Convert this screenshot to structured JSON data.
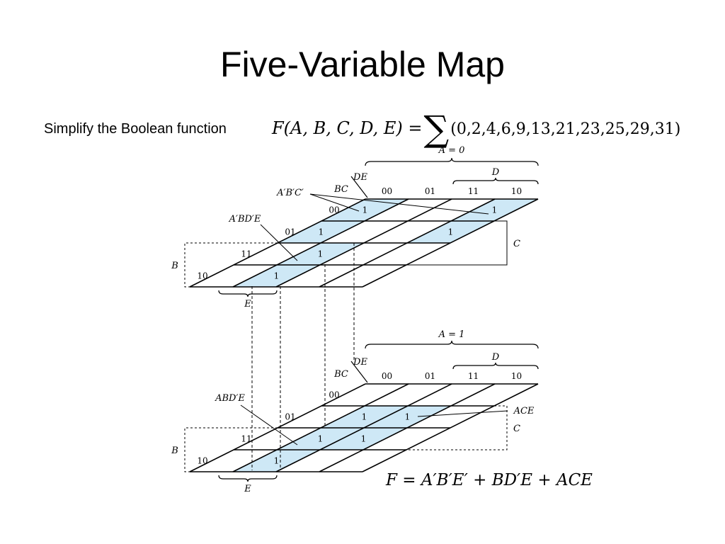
{
  "title": "Five-Variable Map",
  "prompt": "Simplify the Boolean function",
  "formula": {
    "lhs": "F(A, B, C, D, E) =",
    "sigma": "∑",
    "args": "(0,2,4,6,9,13,21,23,25,29,31)"
  },
  "result": "F = A′B′E′ + BD′E + ACE",
  "maps": [
    {
      "id": "a0",
      "label": "A = 0",
      "ones": [
        [
          0,
          0
        ],
        [
          0,
          3
        ],
        [
          1,
          0
        ],
        [
          1,
          3
        ],
        [
          2,
          1
        ],
        [
          3,
          1
        ]
      ],
      "terms": [
        "A′B′C′",
        "A′BD′E"
      ]
    },
    {
      "id": "a1",
      "label": "A = 1",
      "ones": [
        [
          1,
          1
        ],
        [
          1,
          2
        ],
        [
          2,
          1
        ],
        [
          2,
          2
        ],
        [
          3,
          1
        ]
      ],
      "terms": [
        "ABD′E",
        "ACE"
      ]
    }
  ],
  "labels": {
    "de": "DE",
    "bc": "BC",
    "cols": [
      "00",
      "01",
      "11",
      "10"
    ],
    "rows": [
      "00",
      "01",
      "11",
      "10"
    ],
    "one": "1",
    "d": "D",
    "c": "C",
    "b": "B",
    "e": "E"
  },
  "colors": {
    "fill": "#c9e6f5",
    "line": "#000000"
  }
}
